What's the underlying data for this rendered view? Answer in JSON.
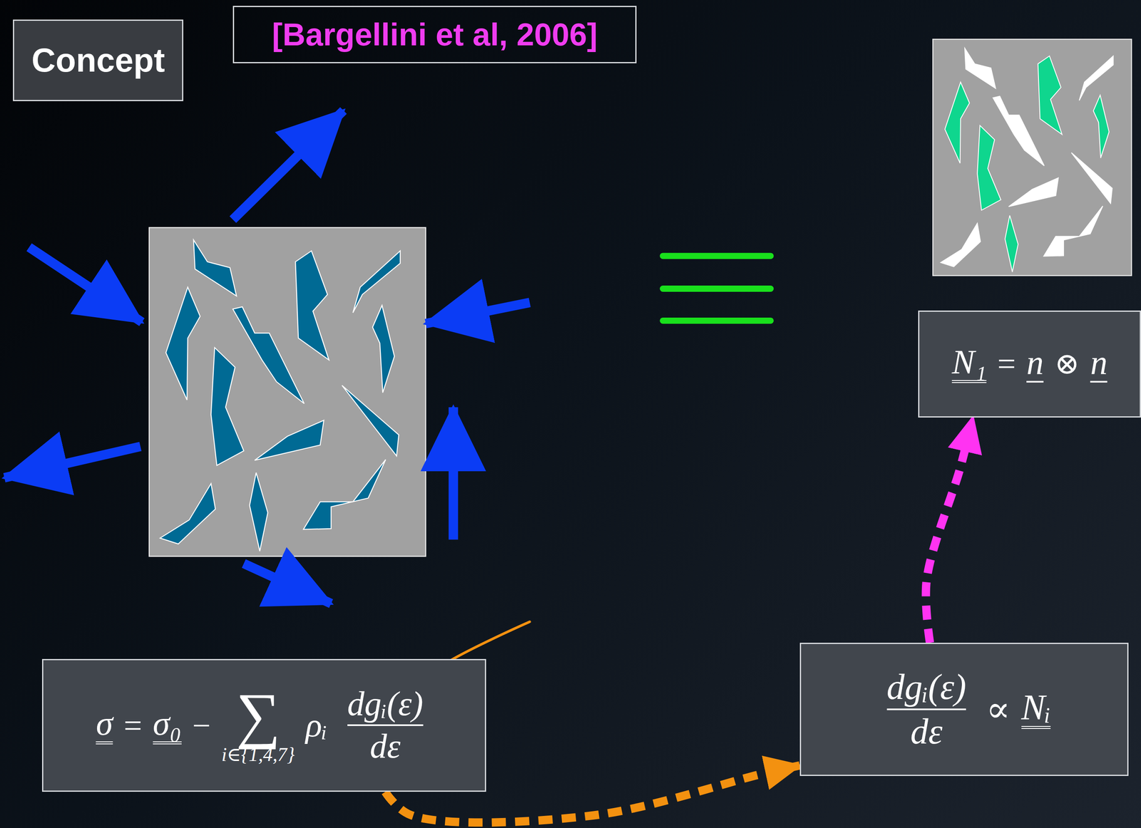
{
  "diagram": {
    "nodes": [
      {
        "text": [
          "Concept"
        ]
      },
      {
        "text": [
          "[Bargellini et al, 2006]"
        ]
      },
      {
        "text": [
          "N₁",
          "=",
          "n",
          "⊗",
          "n"
        ]
      },
      {
        "text": [
          "σ",
          "=",
          "σ₀",
          "−",
          "∑",
          "i∈{1,4,7}",
          "ρᵢ",
          "dgᵢ(ε)",
          "dε"
        ]
      },
      {
        "text": [
          "dgᵢ(ε)",
          "dε",
          "∝",
          "Nᵢ"
        ]
      }
    ],
    "edges": [
      {
        "from": 3,
        "to": 4,
        "arrow": "to"
      },
      {
        "from": 4,
        "to": 2,
        "arrow": "to"
      }
    ]
  }
}
